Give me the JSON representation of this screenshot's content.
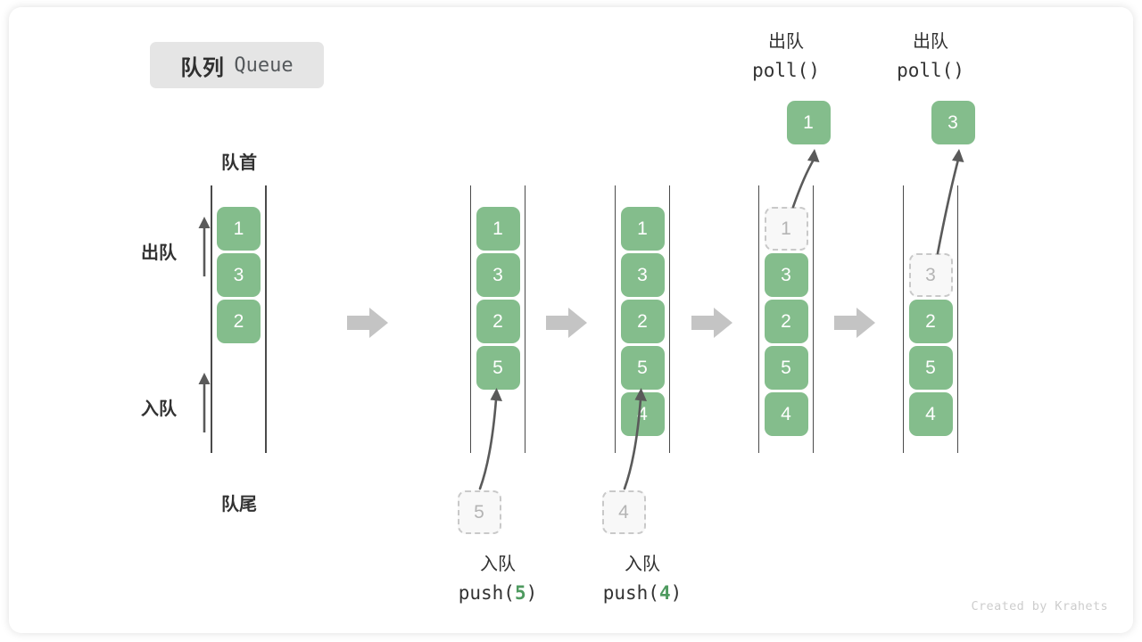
{
  "title": {
    "cn": "队列",
    "en": "Queue"
  },
  "labels": {
    "front": "队首",
    "rear": "队尾",
    "dequeue": "出队",
    "enqueue": "入队"
  },
  "colors": {
    "element_fill": "#84bd8c",
    "element_text": "#ffffff",
    "ghost_fill": "#f8f8f8",
    "ghost_border": "#c9c9c9",
    "ghost_text": "#b4b4b4",
    "rail": "#4a4a4a",
    "flow_arrow": "#c4c4c4",
    "badge_bg": "#e5e5e5",
    "accent_number": "#4e9a5f",
    "text": "#323232",
    "footer": "#cdcdcd"
  },
  "stages": [
    {
      "id": "stage-initial",
      "items": [
        "1",
        "3",
        "2"
      ],
      "ghost_index": -1,
      "top_label": null,
      "top_code": null,
      "popped": null,
      "bottom_label": null,
      "bottom_code": null,
      "incoming": null
    },
    {
      "id": "stage-push-5",
      "items": [
        "1",
        "3",
        "2",
        "5"
      ],
      "ghost_index": -1,
      "top_label": null,
      "top_code": null,
      "popped": null,
      "bottom_label": "入队",
      "bottom_code": "push(5)",
      "bottom_code_num": "5",
      "incoming": "5"
    },
    {
      "id": "stage-push-4",
      "items": [
        "1",
        "3",
        "2",
        "5",
        "4"
      ],
      "ghost_index": -1,
      "top_label": null,
      "top_code": null,
      "popped": null,
      "bottom_label": "入队",
      "bottom_code": "push(4)",
      "bottom_code_num": "4",
      "incoming": "4"
    },
    {
      "id": "stage-poll-1",
      "items": [
        "1",
        "3",
        "2",
        "5",
        "4"
      ],
      "ghost_index": 0,
      "top_label": "出队",
      "top_code": "poll()",
      "popped": "1",
      "bottom_label": null,
      "bottom_code": null,
      "incoming": null
    },
    {
      "id": "stage-poll-3",
      "items": [
        "",
        "3",
        "2",
        "5",
        "4"
      ],
      "ghost_index": 1,
      "top_label": "出队",
      "top_code": "poll()",
      "popped": "3",
      "bottom_label": null,
      "bottom_code": null,
      "incoming": null
    }
  ],
  "flow_arrows": 4,
  "footer": "Created by Krahets"
}
